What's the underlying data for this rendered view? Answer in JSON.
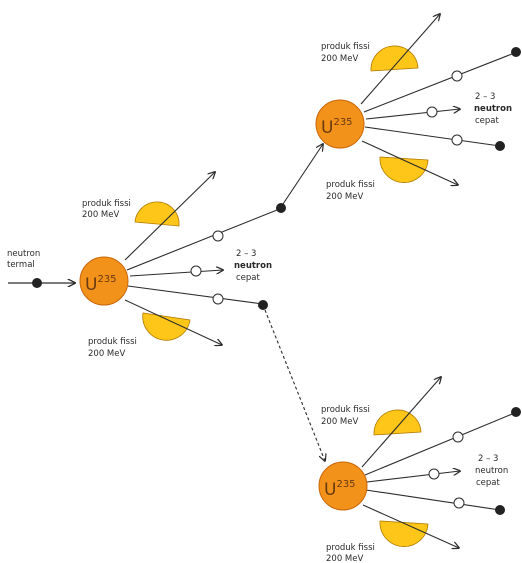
{
  "colors": {
    "nucleus": "#f2921a",
    "nucleus_edge": "#c9660a",
    "fragment": "#ffc61a",
    "fragment_edge": "#b07a00",
    "line": "#2c2c2c",
    "neutron_dark": "#222222",
    "neutron_open": "#ffffff"
  },
  "input": {
    "label_line1": "neutron",
    "label_line2": "termal"
  },
  "nuclei": [
    {
      "id": "center",
      "symbol": "U",
      "mass": "235",
      "product_top_line1": "produk fissi",
      "product_top_line2": "200 MeV",
      "product_bottom_line1": "produk fissi",
      "product_bottom_line2": "200 MeV",
      "neutrons_line1": "2 – 3",
      "neutrons_line2": "neutron",
      "neutrons_line3": "cepat"
    },
    {
      "id": "top",
      "symbol": "U",
      "mass": "235",
      "product_top_line1": "produk fissi",
      "product_top_line2": "200 MeV",
      "product_bottom_line1": "produk fissi",
      "product_bottom_line2": "200 MeV",
      "neutrons_line1": "2 – 3",
      "neutrons_line2": "neutron",
      "neutrons_line3": "cepat"
    },
    {
      "id": "bottom",
      "symbol": "U",
      "mass": "235",
      "product_top_line1": "produk fissi",
      "product_top_line2": "200 MeV",
      "product_bottom_line1": "produk fissi",
      "product_bottom_line2": "200 MeV",
      "neutrons_line1": "2 – 3",
      "neutrons_line2": "neutron",
      "neutrons_line3": "cepat"
    }
  ]
}
